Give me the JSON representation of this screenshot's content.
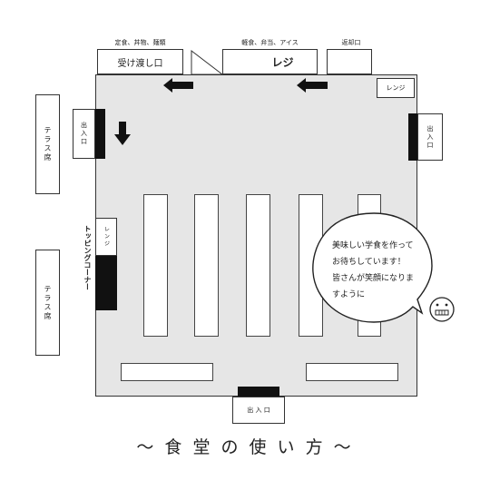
{
  "labels": {
    "counter_top_left": "定食、丼物、麺類",
    "counter_top_mid": "軽食、弁当、アイス",
    "counter_top_right": "返却口",
    "pickup": "受け渡し口",
    "register": "レジ",
    "range_top": "レンジ",
    "range_left": "レンジ",
    "terrace_upper": "テラス席",
    "terrace_lower": "テラス席",
    "entrance_left": "出入口",
    "entrance_right": "出入口",
    "entrance_bottom": "出 入 口",
    "topping": "トッピングコーナー",
    "speech": "美味しい学食を作って\nお待ちしています！\n皆さんが笑顔になりま\nすように",
    "title": "～ 食 堂 の 使 い 方 ～"
  },
  "icons": [
    "arrow-left-icon",
    "arrow-down-icon",
    "smiley-face-icon"
  ]
}
